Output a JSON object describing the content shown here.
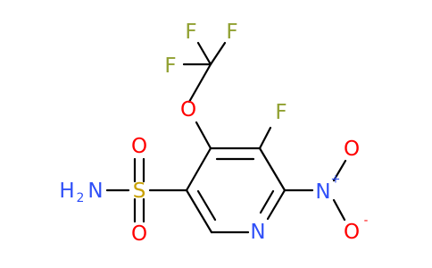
{
  "colors": {
    "fluorine": "#90a030",
    "oxygen": "#ff0000",
    "nitrogen": "#3050f8",
    "sulfur": "#c8a000",
    "bond": "#000000"
  },
  "atoms": {
    "f_top_left": "F",
    "f_top_right": "F",
    "f_left": "F",
    "o_ether": "O",
    "f_ring": "F",
    "n_ring": "N",
    "n_nitro": "N",
    "n_nitro_charge": "+",
    "o_nitro_top": "O",
    "o_nitro_bottom": "O",
    "o_nitro_charge": "-",
    "s_sulfonyl": "S",
    "o_sulfonyl_top": "O",
    "o_sulfonyl_bottom": "O",
    "amine_h": "H",
    "amine_h_count": "2",
    "amine_n": "N"
  }
}
